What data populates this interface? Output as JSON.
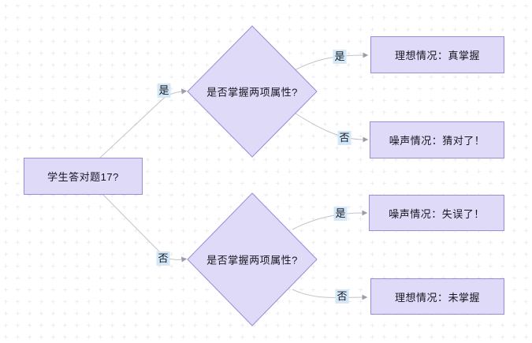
{
  "diagram": {
    "type": "decision-tree-flowchart",
    "nodes": {
      "root": {
        "label": "学生答对题17?",
        "shape": "rectangle"
      },
      "diamond_top": {
        "label": "是否掌握两项属性?",
        "shape": "diamond"
      },
      "diamond_bottom": {
        "label": "是否掌握两项属性?",
        "shape": "diamond"
      },
      "outcome_1": {
        "label": "理想情况：真掌握",
        "shape": "rectangle"
      },
      "outcome_2": {
        "label": "噪声情况：猜对了！",
        "shape": "rectangle"
      },
      "outcome_3": {
        "label": "噪声情况：失误了！",
        "shape": "rectangle"
      },
      "outcome_4": {
        "label": "理想情况：未掌握",
        "shape": "rectangle"
      }
    },
    "edge_labels": {
      "root_yes": "是",
      "root_no": "否",
      "top_yes": "是",
      "top_no": "否",
      "bottom_yes": "是",
      "bottom_no": "否"
    },
    "colors": {
      "node_fill": "#dfdaf8",
      "node_border": "#968dd8",
      "edge_line": "#c3c3cb",
      "arrowhead": "#9b9ea8",
      "edge_label_bg": "#d2e8f8",
      "text": "#17171f",
      "grid_mark": "#ededf2",
      "background": "#ffffff"
    }
  }
}
